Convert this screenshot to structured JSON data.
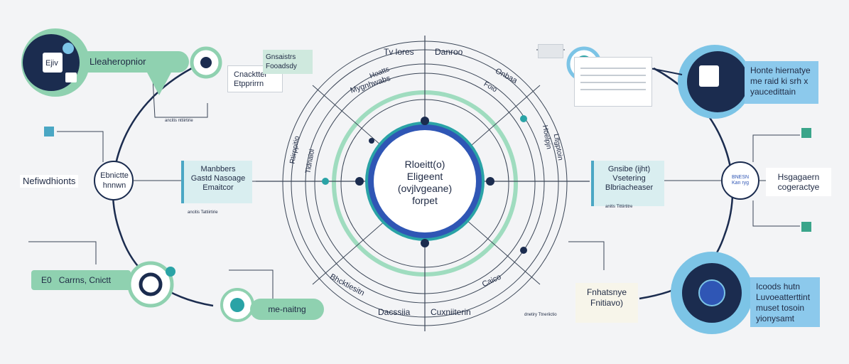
{
  "center": {
    "lines": [
      "Rloeitt(o)",
      "Eligeent",
      "(ovjlvgeane)",
      "forpet"
    ]
  },
  "ring_labels": {
    "top_left": "Tv lores",
    "top_right": "Danroo",
    "upper_left": "Mygnhwabs",
    "upper_left2": "Hoatts",
    "upper_right": "Onbaa",
    "upper_right2": "Foio",
    "left_vertical1": "Rtirppitio",
    "left_vertical2": "Tidnaioi",
    "right_vertical1": "Hoelpjn",
    "right_vertical2": "Lltgptoin",
    "bottom_left": "Bhcktiesitn",
    "bottom_left2": "Dacssiia",
    "bottom_right": "Cuxniiterin",
    "bottom_right2": "Caico"
  },
  "nodes": {
    "top_left_title": "Lleaheropnior",
    "top_left_icon_text": "Ejiv",
    "left_node_label": "Ebnictte hnnwn",
    "left_outer_label": "Nefiwdhionts",
    "bottom_left_label": "Carrns,  Cnictt",
    "bottom_left_prefix": "E0",
    "bottom_pill": "me-naitng",
    "right_node_icon_text": "BNESN Kan ryg",
    "right_outer_label": "Hsgagaern cogeractye",
    "top_right_block": "Honte hiernatye me raid ki srh x yaucedittain",
    "bottom_right_block": "Icoods hutn Luvoeatterttint muset tosoin yionysamt"
  },
  "boxes": {
    "top_center": "Gnsaistrs Fooadsdy",
    "top_center2": "Cnacktter Etpprirrn",
    "left_mid": "Manbbers Gastd Nasoage Emaitcor",
    "right_mid": "Gnsibe (ijht) Vsetering Blbriacheaser",
    "bottom_right": "Fnhatsnye Fnitiavo)",
    "small_under_top_left": "ancitis nttiirtirie",
    "small_under_left_mid": "ancitis Tattiirtirie",
    "small_under_right_mid": "anitis Tittiirtitre",
    "small_bottom_right": "dnetiry Ttneriictio"
  },
  "colors": {
    "navy": "#1b2c4f",
    "blue": "#2f56b5",
    "teal": "#2aa3a6",
    "mint": "#8fd1b0",
    "light_blue": "#7cc4e6",
    "ring_green": "#9fdcbf"
  }
}
